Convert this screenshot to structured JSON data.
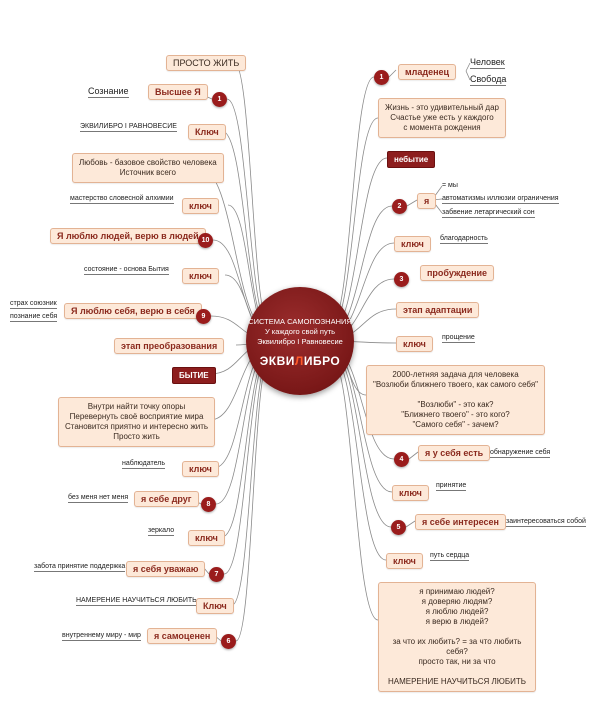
{
  "center": {
    "title": "СИСТЕМА САМОПОЗНАНИЯ\nУ каждого свой путь\nЭквилибро I Равновесие",
    "logo_left": "ЭКВИ",
    "logo_mid": "Л",
    "logo_right": "ИБРО"
  },
  "numbers": [
    "1",
    "2",
    "3",
    "4",
    "5",
    "6",
    "7",
    "8",
    "9",
    "10",
    "1"
  ],
  "left": {
    "prosto_zhit": "ПРОСТО ЖИТЬ",
    "soznanie": "Сознание",
    "vysshee_ya": "Высшее Я",
    "ekvilibro_ravnovesie": "ЭКВИЛИБРО I РАВНОВЕСИЕ",
    "klyuch_1": "Ключ",
    "lyubov": "Любовь - базовое свойство человека\nИсточник всего",
    "masterstvo": "мастерство словесной алхимии",
    "klyuch_2": "ключ",
    "ya_lyublyu_lyudey": "Я люблю людей, верю в людей",
    "sostoyanie": "состояние - основа Бытия",
    "klyuch_3": "ключ",
    "strakh": "страх союзник",
    "poznanie": "познание себя",
    "ya_lyublyu_sebya": "Я люблю себя, верю в себя",
    "etap_preobrazovaniya": "этап преобразования",
    "bytie": "БЫТИЕ",
    "vnutri": "Внутри найти точку опоры\nПеревернуть своё восприятие мира\nСтановится приятно и интересно жить\nПросто жить",
    "nablyudatel": "наблюдатель",
    "klyuch_4": "ключ",
    "bez_menya": "без меня нет меня",
    "ya_sebe_drug": "я себе друг",
    "zerkalo": "зеркало",
    "klyuch_5": "ключ",
    "zabota": "забота принятие поддержка",
    "ya_sebya_uvazhayu": "я себя уважаю",
    "namerenie": "НАМЕРЕНИЕ НАУЧИТЬСЯ ЛЮБИТЬ",
    "klyuch_6": "Ключ",
    "vnutrennemu": "внутреннему миру - мир",
    "ya_samotsenen": "я самоценен"
  },
  "right": {
    "mladenets": "младенец",
    "chelovek": "Человек",
    "svoboda": "Свобода",
    "zhizn": "Жизнь - это удивительный дар\nСчастье уже есть у каждого\nс момента рождения",
    "nebytie": "небытие",
    "ya": "я",
    "my": "= мы",
    "avtomatizmy": "автоматизмы иллюзии ограничения",
    "zabvenie": "забвение летаргический сон",
    "klyuch_a": "ключ",
    "blagodarnost": "благодарность",
    "probuzhdenie": "пробуждение",
    "etap_adaptatsii": "этап адаптации",
    "klyuch_b": "ключ",
    "proshchenie": "прощение",
    "zadacha": "2000-летняя задача для человека\n\"Возлюби ближнего твоего, как самого себя\"\n\n\"Возлюби\" - это как?\n\"Ближнего твоего\" - это кого?\n\"Самого себя\" - зачем?",
    "u_sebya_est": "я у себя есть",
    "obnaruzhenie": "обнаружение себя",
    "klyuch_c": "ключ",
    "prinyatie": "принятие",
    "ya_sebe_interesen": "я себе интересен",
    "zainteresovatsya": "заинтересоваться собой",
    "klyuch_d": "ключ",
    "put_serdtsa": "путь сердца",
    "prinimayu": "я принимаю людей?\nя доверяю людям?\nя люблю людей?\nя верю в людей?\n\nза что их любить? = за что любить себя?\nпросто так, ни за что\n\nНАМЕРЕНИЕ НАУЧИТЬСЯ ЛЮБИТЬ"
  },
  "colors": {
    "accent": "#8d1e1e",
    "box_fill": "#fde9d9",
    "box_border": "#e3b394",
    "link": "#8a8a8a"
  }
}
